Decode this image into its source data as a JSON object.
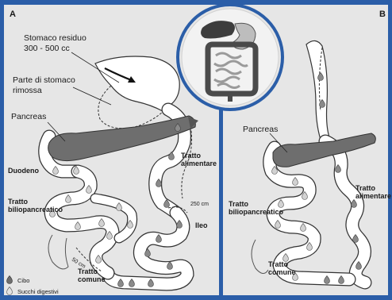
{
  "panels": {
    "left": "A",
    "right": "B"
  },
  "colors": {
    "frame": "#2b5ea8",
    "background": "#e6e6e6",
    "organ": "#ffffff",
    "pancreas": "#6e6e6e",
    "food": "#8a8a8a",
    "juice": "#d2d2d2",
    "outline": "#333333"
  },
  "labels": {
    "stomach_residual": "Stomaco residuo",
    "stomach_volume": "300 - 500 cc",
    "removed_line1": "Parte di stomaco",
    "removed_line2": "rimossa",
    "pancreas": "Pancreas",
    "duodeno": "Duodeno",
    "bp_line1": "Tratto",
    "bp_line2": "biliopancreatico",
    "alim_line1": "Tratto",
    "alim_line2": "alimentare",
    "length_250": "250 cm",
    "ileo": "Ileo",
    "length_50": "50 cm",
    "common_line1": "Tratto",
    "common_line2": "comune"
  },
  "legend": [
    {
      "label": "Cibo",
      "icon": "food-drop-icon"
    },
    {
      "label": "Succhi digestivi",
      "icon": "juice-drop-icon"
    }
  ],
  "right_labels": {
    "pancreas": "Pancreas",
    "alim_line1": "Tratto",
    "alim_line2": "alimentare",
    "bp_line1": "Tratto",
    "bp_line2": "biliopancreatico",
    "common_line1": "Tratto",
    "common_line2": "comune"
  }
}
